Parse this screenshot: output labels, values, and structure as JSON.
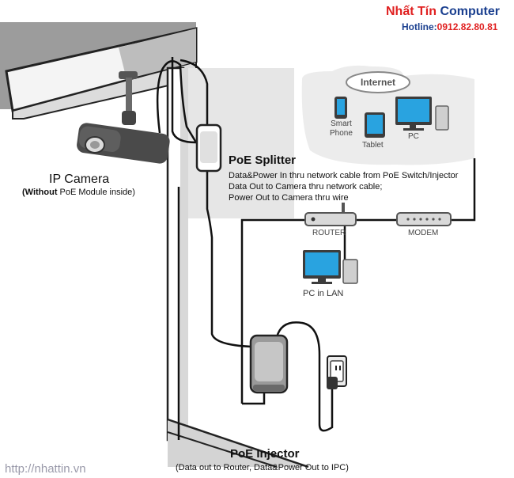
{
  "brand": {
    "name_part1": "Nhất Tín",
    "name_part2": "Computer",
    "hotline_label": "Hotline:",
    "hotline_number": "0912.82.80.81",
    "website": "http://nhattin.vn"
  },
  "camera": {
    "title": "IP Camera",
    "note_prefix": "(Without",
    "note_rest": " PoE Module inside)"
  },
  "splitter": {
    "title": "PoE Splitter",
    "lines": [
      "Data&Power In thru network cable from PoE Switch/Injector",
      "Data Out to Camera thru network cable;",
      "Power Out  to Camera thru wire"
    ]
  },
  "internet": {
    "title": "Internet",
    "devices": {
      "phone": "Smart\nPhone",
      "tablet": "Tablet",
      "pc": "PC"
    }
  },
  "network": {
    "router": "ROUTER",
    "modem": "MODEM",
    "pc_lan": "PC in LAN"
  },
  "injector": {
    "title": "PoE Injector",
    "note": "(Data out to Router, Data&Power Out to IPC)"
  },
  "colors": {
    "red": "#e02020",
    "blue": "#1a3f8f",
    "cable": "#111111",
    "screen": "#29a3e0"
  }
}
